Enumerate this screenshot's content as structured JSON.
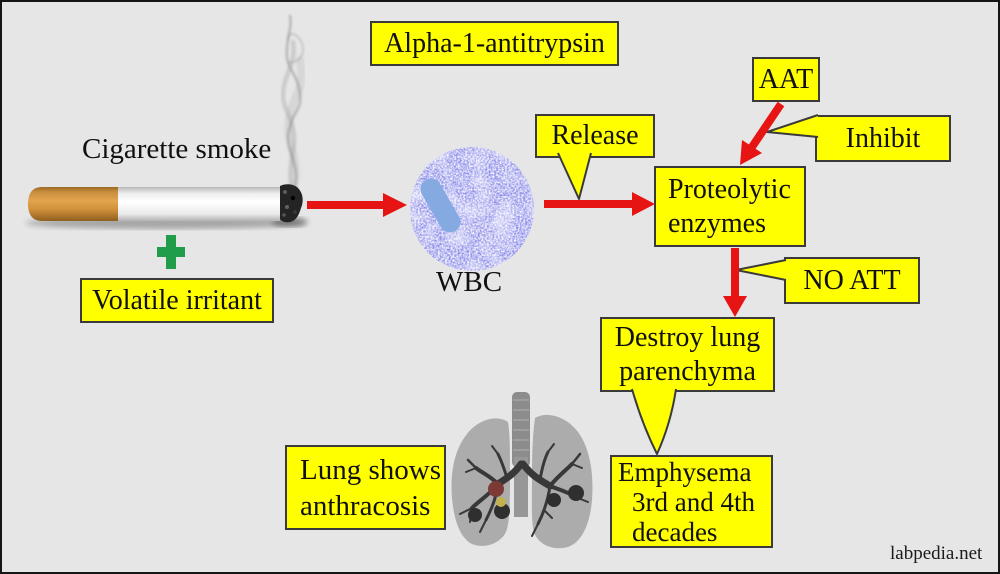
{
  "page": {
    "background_color": "#e6e6e6",
    "border_color": "#161616"
  },
  "colors": {
    "box_fill": "#ffff00",
    "box_border": "#3a3a3a",
    "arrow_red": "#e71414",
    "plus_green": "#1f9d4b",
    "text": "#101010",
    "wbc_speckle_blue": "#4343d1",
    "wbc_rod_blue": "#85aae2",
    "lung_gray": "#acacac",
    "bronchi_dark": "#383838"
  },
  "labels": {
    "cigarette_smoke": "Cigarette smoke",
    "wbc": "WBC",
    "watermark": "labpedia.net"
  },
  "boxes": {
    "alpha1": {
      "label": "Alpha-1-antitrypsin"
    },
    "volatile_irritant": {
      "label": "Volatile irritant"
    },
    "release": {
      "label": "Release"
    },
    "aat": {
      "label": "AAT"
    },
    "inhibit": {
      "label": "Inhibit"
    },
    "proteolytic_enzymes": {
      "lines": [
        "Proteolytic",
        "enzymes"
      ]
    },
    "no_att": {
      "label": "NO ATT"
    },
    "destroy_lung": {
      "lines": [
        "Destroy lung",
        "parenchyma"
      ]
    },
    "emphysema": {
      "lines": [
        "Emphysema",
        "3rd and 4th",
        "decades"
      ]
    },
    "lung_anthracosis": {
      "lines": [
        "Lung shows",
        "anthracosis"
      ]
    }
  },
  "icons": {
    "cigarette-icon": "svg-shape",
    "smoke-icon": "svg-wisp-path",
    "plus-icon": "css-green-cross",
    "wbc-cell-icon": "svg-blue-noise-circle",
    "lungs-icon": "svg-gray-lungs-with-spots",
    "red-arrow-icon": "svg-red-arrow"
  }
}
